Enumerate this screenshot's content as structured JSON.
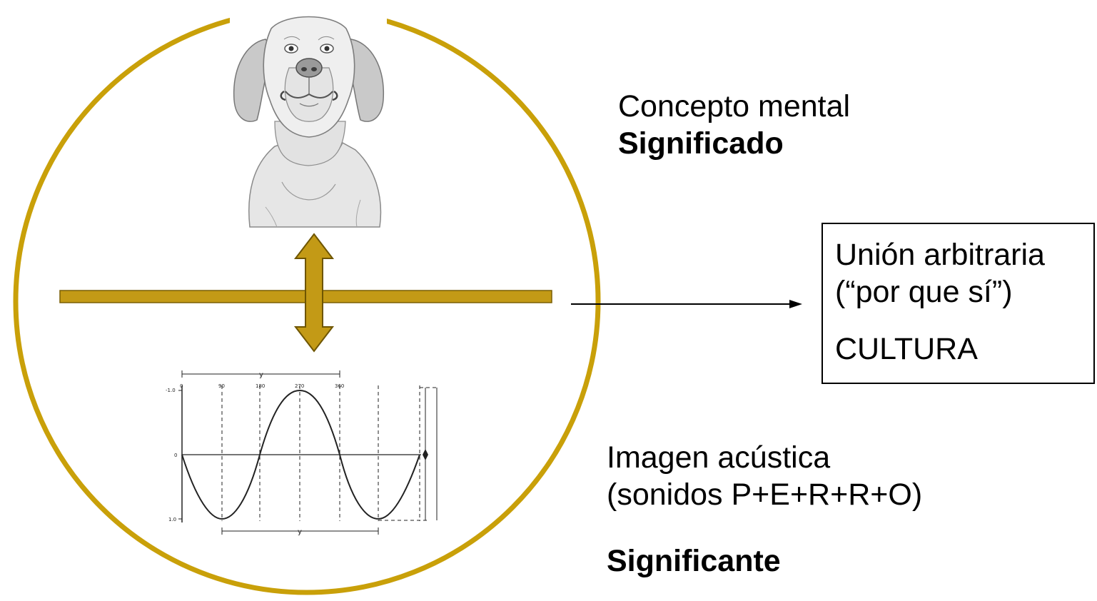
{
  "colors": {
    "ring": "#c9a009",
    "accent_fill": "#c39a16",
    "accent_stroke": "#7a5f05",
    "text": "#000000"
  },
  "icons": {
    "top_image": "dog-sketch-icon",
    "bottom_image": "sine-wave-graph-icon",
    "arrow": "double-vertical-arrow-icon"
  },
  "significado": {
    "line1": "Concepto mental",
    "line2": "Significado"
  },
  "significante": {
    "line1": "Imagen acústica",
    "line2": "(sonidos P+E+R+R+O)",
    "line3": "Significante"
  },
  "union_box": {
    "line1": "Unión arbitraria",
    "line2": "(“por que sí”)",
    "line3": "CULTURA"
  },
  "wave_graph": {
    "top_marker": "y",
    "bottom_marker": "y",
    "tick_labels": [
      "0",
      "90",
      "180",
      "270",
      "360"
    ],
    "left_labels": [
      "-1.0",
      "0",
      "1.0"
    ]
  }
}
